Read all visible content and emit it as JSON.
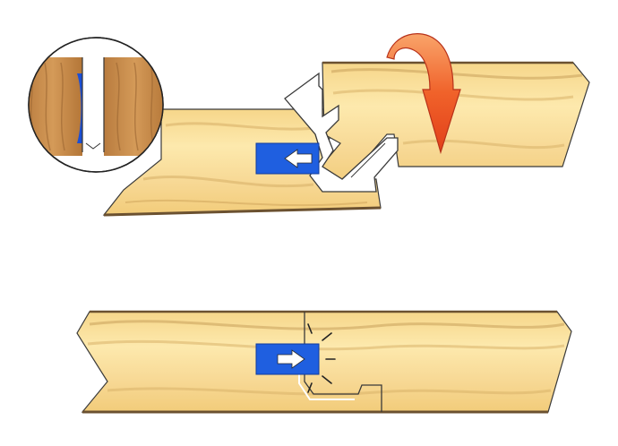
{
  "diagram": {
    "background": "#ffffff",
    "colors": {
      "wood_light": "#fbe6a4",
      "wood_mid": "#f1c96f",
      "wood_edge": "#8a6a3a",
      "grain": "#c9a15b",
      "outline": "#3a3a3a",
      "tab_blue": "#1f5fe0",
      "arrow_red": "#e94b1c",
      "arrow_orange": "#f7a05a",
      "inset_wood": "#c58a4a",
      "inset_wood_dark": "#9b6632",
      "inset_blue": "#1b4fd6"
    },
    "icons": {
      "inset": "magnified-joint-cross-section",
      "tab_top": "arrow-left-icon",
      "tab_bottom": "arrow-right-icon",
      "rotate": "curved-rotation-arrow-icon",
      "click": "click-burst-icon"
    },
    "steps": [
      {
        "id": "angle-in",
        "tab_direction": "left"
      },
      {
        "id": "locked",
        "tab_direction": "right"
      }
    ]
  }
}
